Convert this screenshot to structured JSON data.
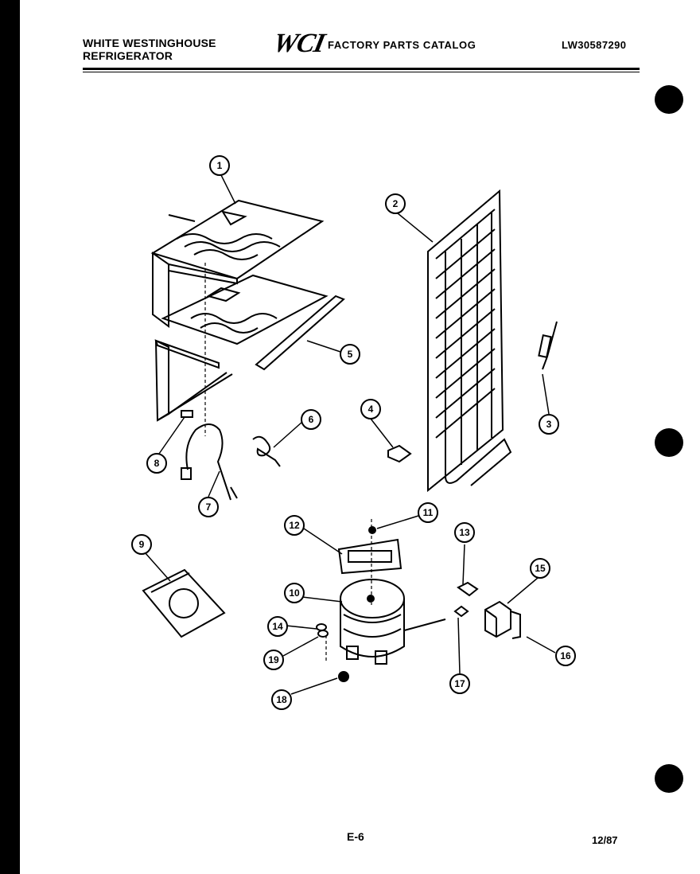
{
  "header": {
    "brand_line1": "WHITE WESTINGHOUSE",
    "brand_line2": "REFRIGERATOR",
    "logo": "WCI",
    "catalog_title": "FACTORY PARTS CATALOG",
    "model_number": "LW30587290"
  },
  "callouts": [
    "1",
    "2",
    "3",
    "4",
    "5",
    "6",
    "7",
    "8",
    "9",
    "10",
    "11",
    "12",
    "13",
    "14",
    "15",
    "16",
    "17",
    "18",
    "19"
  ],
  "footer": {
    "page": "E-6",
    "date": "12/87"
  }
}
